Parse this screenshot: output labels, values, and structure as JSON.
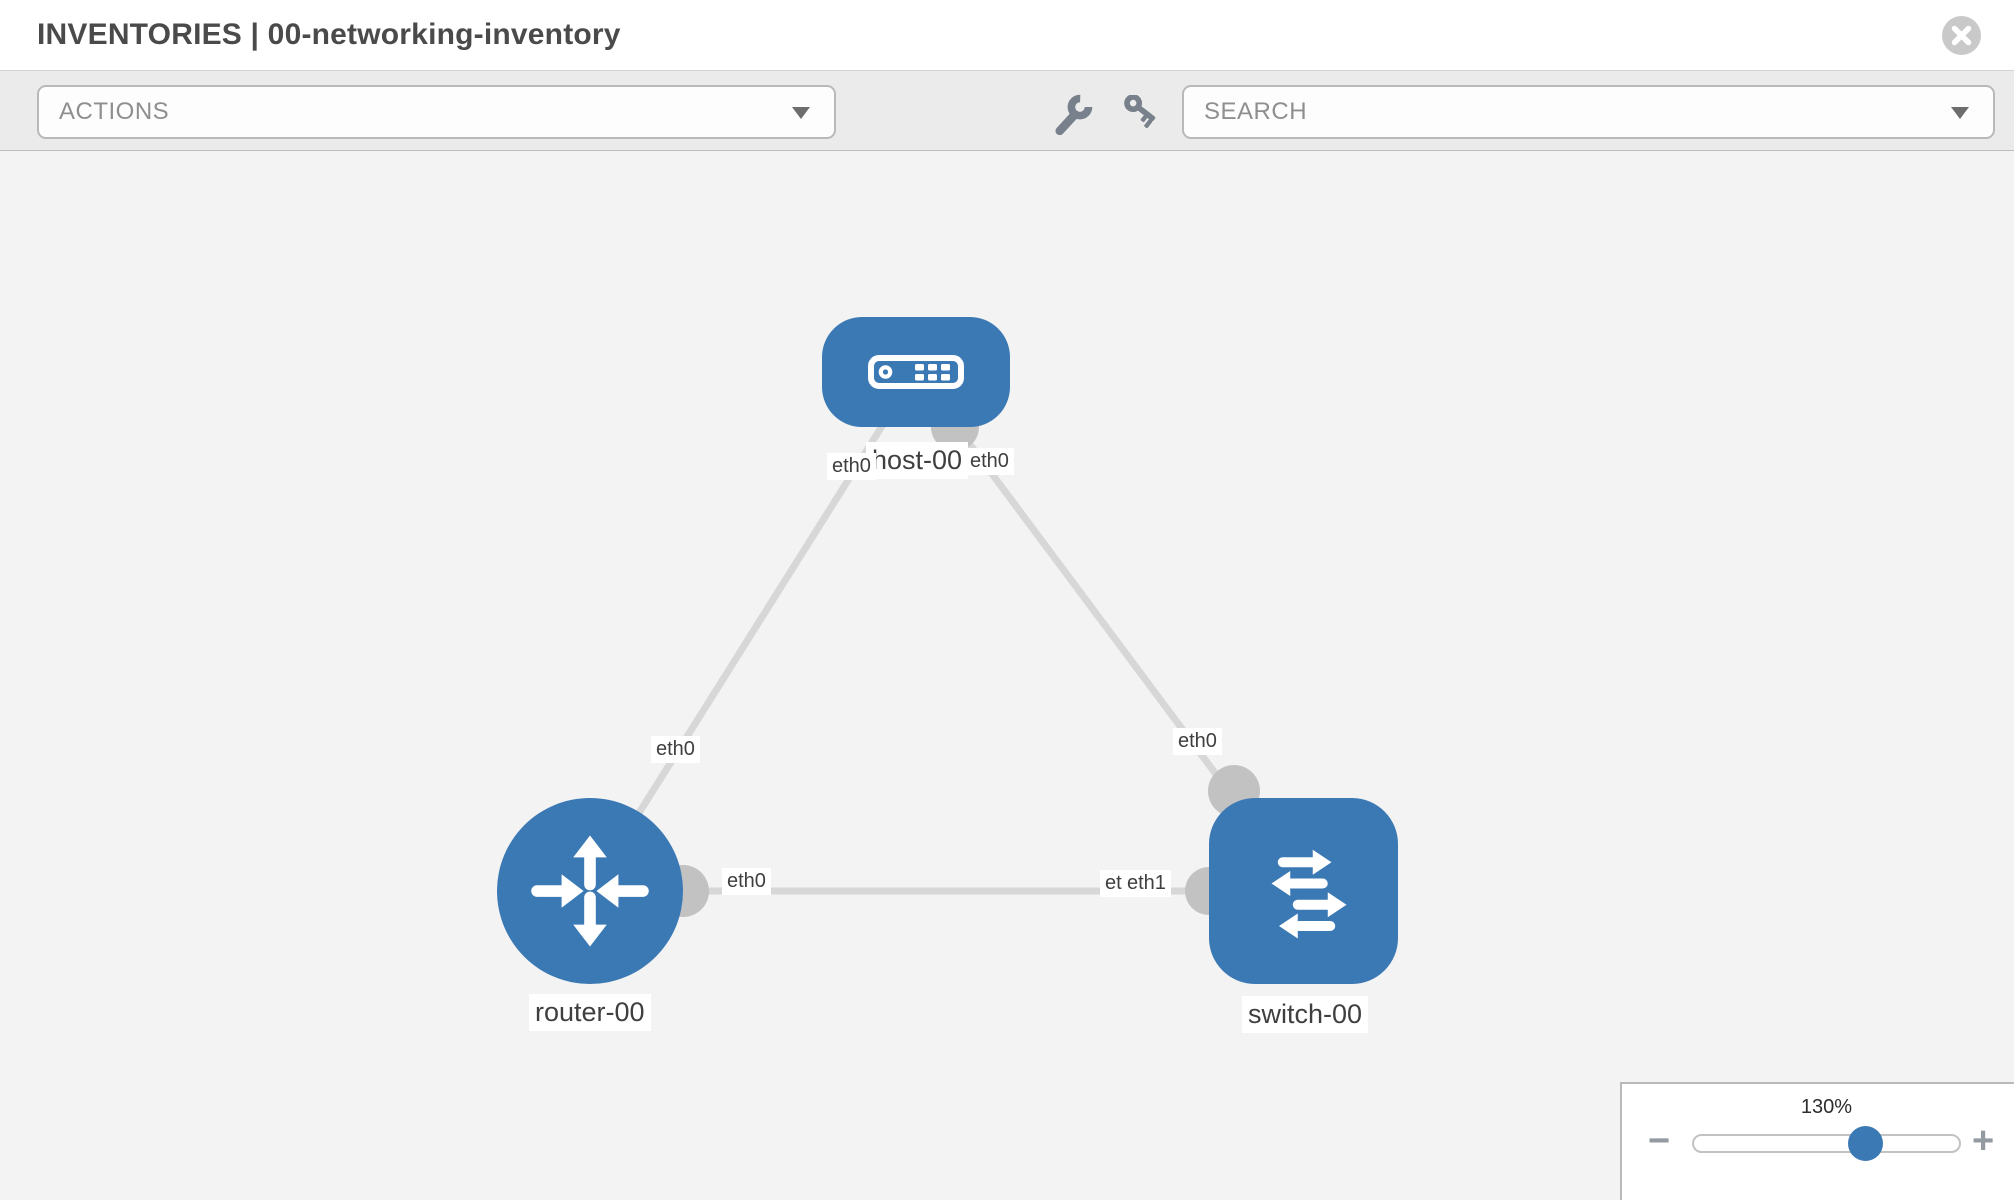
{
  "header": {
    "title": "INVENTORIES | 00-networking-inventory",
    "section": "INVENTORIES",
    "inventory_name": "00-networking-inventory"
  },
  "toolbar": {
    "actions_label": "ACTIONS",
    "search_placeholder": "SEARCH"
  },
  "topology": {
    "nodes": [
      {
        "id": "host-00",
        "type": "host",
        "label": "host-00"
      },
      {
        "id": "router-00",
        "type": "router",
        "label": "router-00"
      },
      {
        "id": "switch-00",
        "type": "switch",
        "label": "switch-00"
      }
    ],
    "links": [
      {
        "source": "host-00",
        "source_interface": "eth0",
        "target": "router-00",
        "target_interface": "eth0"
      },
      {
        "source": "host-00",
        "source_interface": "eth0",
        "target": "switch-00",
        "target_interface": "eth0"
      },
      {
        "source": "router-00",
        "source_interface": "eth0",
        "target": "switch-00",
        "target_interface": "eth1"
      }
    ],
    "overlapped_label": "eth0"
  },
  "zoom_control": {
    "level": "130%",
    "minus_label": "−",
    "plus_label": "+"
  },
  "colors": {
    "node_blue": "#3b79b4",
    "link_gray": "#d7d7d7",
    "dot_gray": "#c2c2c2",
    "canvas_bg": "#f3f3f3",
    "toolbar_bg": "#ebebeb"
  }
}
